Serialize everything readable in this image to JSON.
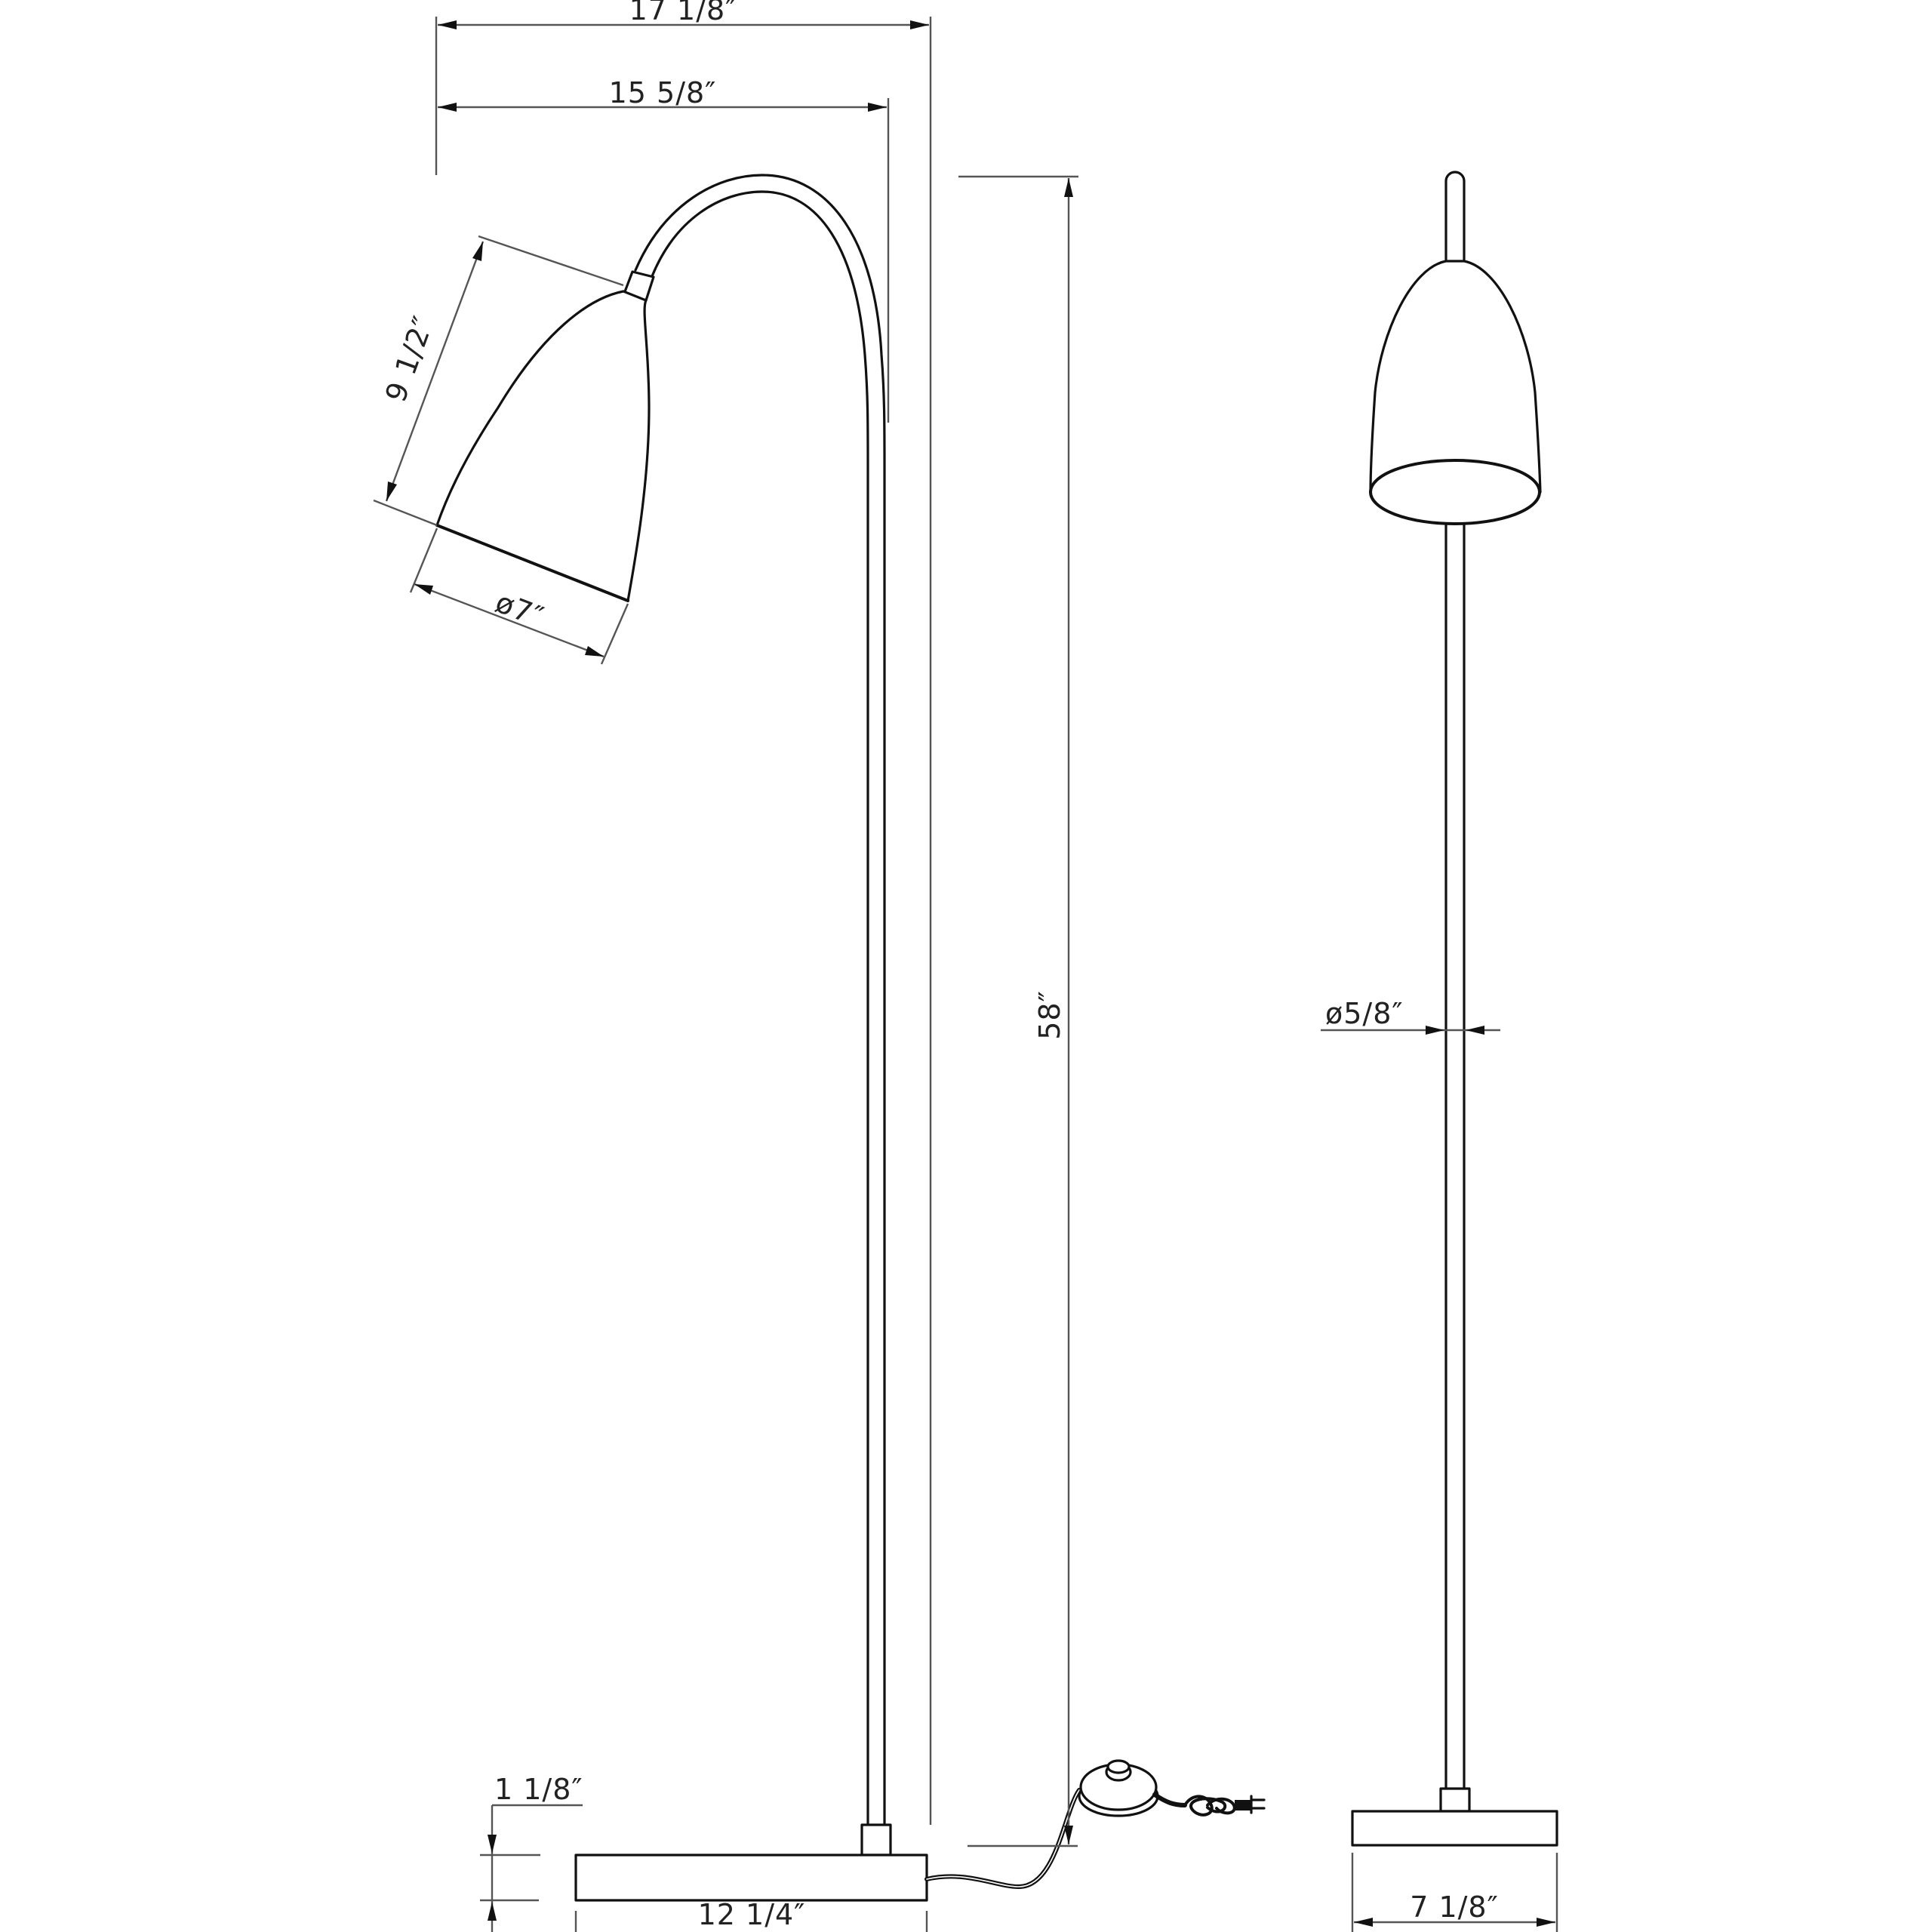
{
  "drawing": {
    "title": "Floor lamp dimension drawing",
    "views": [
      "side-view",
      "front-view"
    ],
    "line_color": "#111111",
    "dimension_color": "#555555",
    "background": "#ffffff"
  },
  "side_view": {
    "dimensions": {
      "overall_width": "17 1/8″",
      "arm_reach": "15 5/8″",
      "shade_length": "9 1/2″",
      "shade_diameter": "ø7″",
      "overall_height": "58″",
      "base_height": "1 1/8″",
      "base_width": "12 1/4″"
    },
    "parts": [
      "gooseneck-arm",
      "shade",
      "shade-collar",
      "pole",
      "pole-collar",
      "base",
      "cord",
      "foot-switch",
      "plug"
    ]
  },
  "front_view": {
    "dimensions": {
      "pole_diameter": "ø5/8″",
      "base_depth": "7 1/8″"
    },
    "parts": [
      "arm-top",
      "shade",
      "shade-opening",
      "pole",
      "pole-collar",
      "base"
    ]
  }
}
